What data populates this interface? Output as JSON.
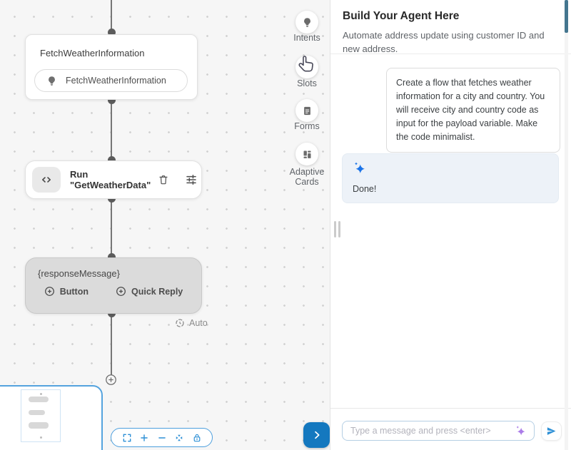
{
  "canvas": {
    "intent_node": {
      "title": "FetchWeatherInformation",
      "pill_label": "FetchWeatherInformation"
    },
    "code_node": {
      "label": "Run \"GetWeatherData\""
    },
    "response_node": {
      "title": "{responseMessage}",
      "items": [
        {
          "label": "Button"
        },
        {
          "label": "Quick Reply"
        }
      ]
    },
    "auto_label": "Auto",
    "palette": {
      "items": [
        {
          "label": "Intents",
          "icon": "lightbulb-icon"
        },
        {
          "label": "Slots",
          "icon": "slots-icon"
        },
        {
          "label": "Forms",
          "icon": "document-icon"
        },
        {
          "label": "Adaptive Cards",
          "icon": "cards-layout-icon"
        }
      ]
    },
    "zoom_toolbar": {
      "icons": [
        "fullscreen-icon",
        "zoom-in-icon",
        "zoom-out-icon",
        "fit-view-icon",
        "lock-icon"
      ]
    }
  },
  "panel": {
    "title": "Build Your Agent Here",
    "subtitle": "Automate address update using customer ID and new address.",
    "messages": [
      {
        "role": "user",
        "text": "Create a flow that fetches weather information for a city and country. You will receive city and country code as input for the payload variable. Make the code minimalist."
      },
      {
        "role": "assistant",
        "text": "Done!"
      }
    ],
    "composer": {
      "placeholder": "Type a message and press <enter>"
    }
  },
  "colors": {
    "accent_blue": "#2e90d6",
    "expand_button_blue": "#1478bf",
    "sparkle_blue": "#1a73e8",
    "sparkle_purple": "#ab7ce8",
    "scrollbar_thumb": "#44768f",
    "canvas_bg": "#f6f6f6",
    "response_node_bg": "#dbdbdb"
  }
}
